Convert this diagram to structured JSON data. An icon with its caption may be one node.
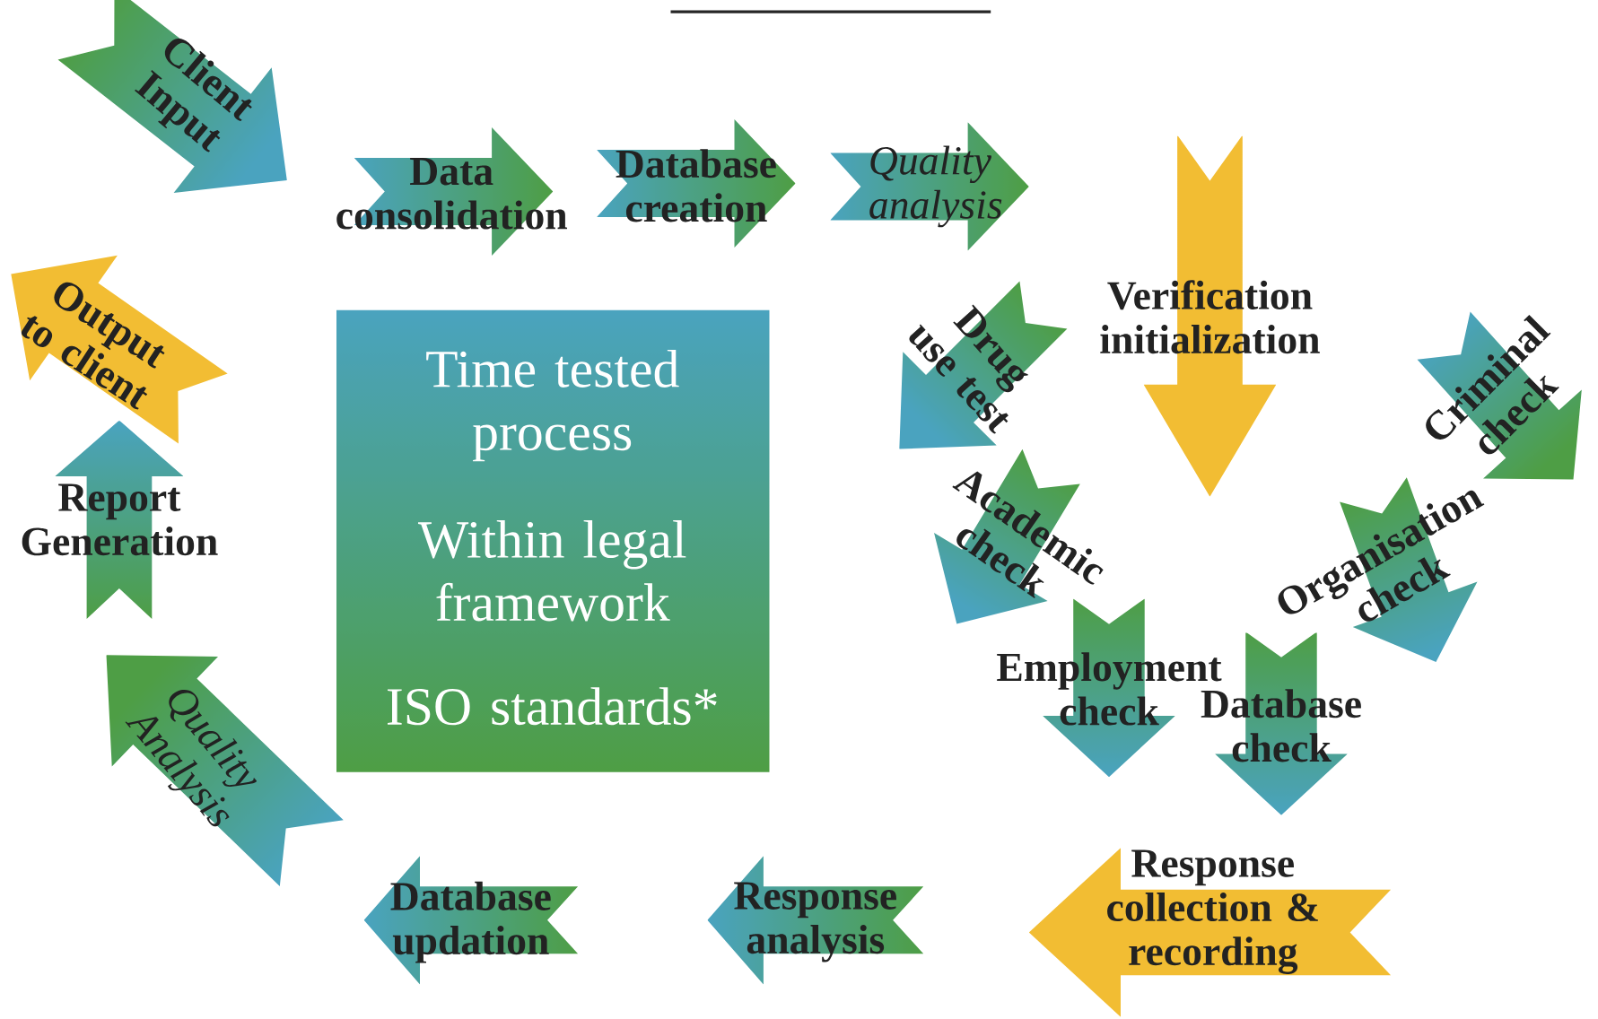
{
  "diagram": {
    "nodes": [
      {
        "text": [
          "Client Input"
        ]
      },
      {
        "text": [
          "Data consolidation"
        ]
      },
      {
        "text": [
          "Database creation"
        ]
      },
      {
        "text": [
          "Quality analysis"
        ]
      },
      {
        "text": [
          "Verification initialization"
        ]
      },
      {
        "text": [
          "Drug use test"
        ]
      },
      {
        "text": [
          "Academic check"
        ]
      },
      {
        "text": [
          "Employment check"
        ]
      },
      {
        "text": [
          "Database check"
        ]
      },
      {
        "text": [
          "Organisation check"
        ]
      },
      {
        "text": [
          "Criminal check"
        ]
      },
      {
        "text": [
          "Response collection & recording"
        ]
      },
      {
        "text": [
          "Response analysis"
        ]
      },
      {
        "text": [
          "Database updation"
        ]
      },
      {
        "text": [
          "Quality Analysis"
        ]
      },
      {
        "text": [
          "Report Generation"
        ]
      },
      {
        "text": [
          "Output to client"
        ]
      },
      {
        "text": [
          "Time tested process",
          "Within legal framework",
          "ISO standards*"
        ]
      }
    ]
  }
}
